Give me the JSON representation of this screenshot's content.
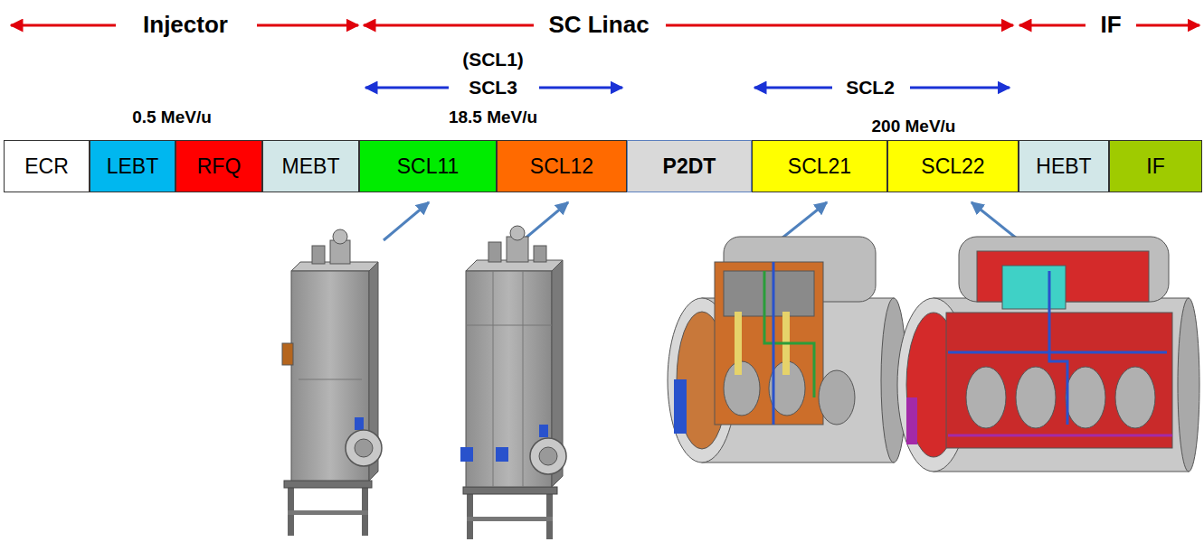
{
  "diagram": {
    "nodes": [
      {
        "text": [
          "ECR"
        ]
      },
      {
        "text": [
          "LEBT"
        ]
      },
      {
        "text": [
          "RFQ"
        ]
      },
      {
        "text": [
          "MEBT"
        ]
      },
      {
        "text": [
          "SCL11"
        ]
      },
      {
        "text": [
          "SCL12"
        ]
      },
      {
        "text": [
          "P2DT"
        ]
      },
      {
        "text": [
          "SCL21"
        ]
      },
      {
        "text": [
          "SCL22"
        ]
      },
      {
        "text": [
          "HEBT"
        ]
      },
      {
        "text": [
          "IF"
        ]
      }
    ],
    "labels": [
      "Injector",
      "SC Linac",
      "IF",
      "(SCL1)",
      "SCL3",
      "SCL2",
      "0.5 MeV/u",
      "18.5 MeV/u",
      "200 MeV/u"
    ]
  }
}
